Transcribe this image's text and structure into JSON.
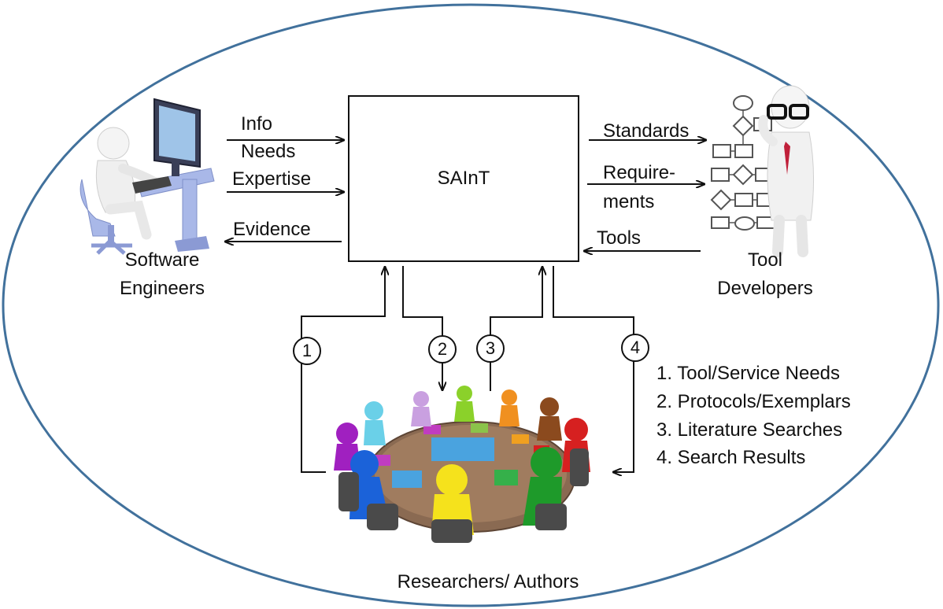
{
  "center_box": {
    "label": "SAInT"
  },
  "actors": {
    "software_engineers": {
      "line1": "Software",
      "line2": "Engineers"
    },
    "tool_developers": {
      "line1": "Tool",
      "line2": "Developers"
    },
    "researchers": {
      "label": "Researchers/ Authors"
    }
  },
  "flows_left": {
    "info": "Info",
    "needs": "Needs",
    "expertise": "Expertise",
    "evidence": "Evidence"
  },
  "flows_right": {
    "standards": "Standards",
    "requirements_1": "Require-",
    "requirements_2": "ments",
    "tools": "Tools"
  },
  "markers": [
    "1",
    "2",
    "3",
    "4"
  ],
  "legend": [
    "1. Tool/Service Needs",
    "2. Protocols/Exemplars",
    "3. Literature Searches",
    "4. Search Results"
  ],
  "colors": {
    "ellipse_stroke": "#41719c",
    "line": "#111111",
    "puzzle": "#4aa3df"
  }
}
